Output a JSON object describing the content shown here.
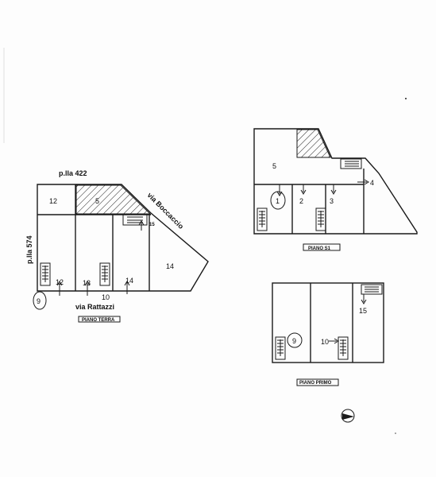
{
  "ground_floor": {
    "plot_top": "p.lla 422",
    "plot_left": "p.lla 574",
    "street_right": "via Boccaccio",
    "street_bottom": "via Rattazzi",
    "title": "PIANO TERRA",
    "rooms": {
      "r12": "12",
      "r5": "5",
      "r14": "14",
      "r15": "15"
    },
    "markers": {
      "m12": "12",
      "m13": "13",
      "m10": "10",
      "m14": "14",
      "m9": "9"
    }
  },
  "basement": {
    "title": "PIANO S1",
    "rooms": {
      "r5": "5",
      "r1": "1",
      "r2": "2",
      "r3": "3",
      "r4": "4"
    }
  },
  "first_floor": {
    "title": "PIANO PRIMO",
    "rooms": {
      "r15": "15",
      "r9": "9",
      "r10": "10"
    }
  },
  "icons": {
    "north": "north-arrow-icon",
    "stairs": "stairs-icon"
  },
  "colors": {
    "ink": "#1a1a1a",
    "paper": "#fdfdfd"
  }
}
